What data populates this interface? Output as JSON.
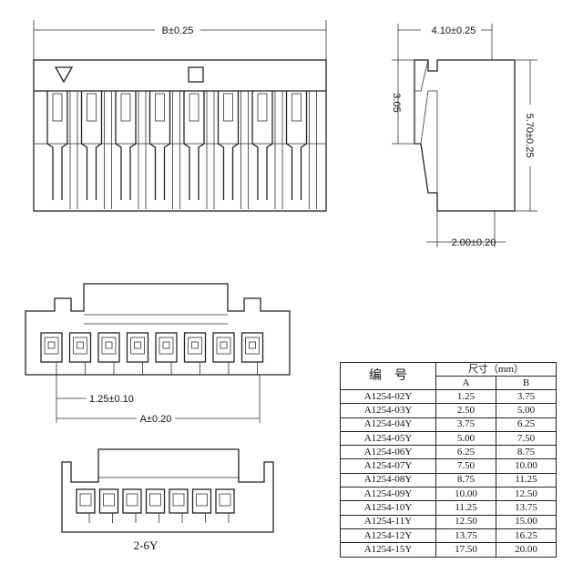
{
  "top_view": {
    "width_dim": "B±0.25"
  },
  "side_view": {
    "top_dim": "4.10±0.25",
    "height_dim": "3.05",
    "total_dim": "5.70±0.25",
    "bottom_dim": "2.00±0.20"
  },
  "front_view": {
    "pitch_dim": "1.25±0.10",
    "a_dim": "A±0.20"
  },
  "small_view": {
    "label": "2-6Y"
  },
  "table": {
    "header_part": "编　号",
    "header_size": "尺寸（mm）",
    "col_a": "A",
    "col_b": "B",
    "rows": [
      {
        "part": "A1254-02Y",
        "a": "1.25",
        "b": "3.75"
      },
      {
        "part": "A1254-03Y",
        "a": "2.50",
        "b": "5.00"
      },
      {
        "part": "A1254-04Y",
        "a": "3.75",
        "b": "6.25"
      },
      {
        "part": "A1254-05Y",
        "a": "5.00",
        "b": "7.50"
      },
      {
        "part": "A1254-06Y",
        "a": "6.25",
        "b": "8.75"
      },
      {
        "part": "A1254-07Y",
        "a": "7.50",
        "b": "10.00"
      },
      {
        "part": "A1254-08Y",
        "a": "8.75",
        "b": "11.25"
      },
      {
        "part": "A1254-09Y",
        "a": "10.00",
        "b": "12.50"
      },
      {
        "part": "A1254-10Y",
        "a": "11.25",
        "b": "13.75"
      },
      {
        "part": "A1254-11Y",
        "a": "12.50",
        "b": "15.00"
      },
      {
        "part": "A1254-12Y",
        "a": "13.75",
        "b": "16.25"
      },
      {
        "part": "A1254-15Y",
        "a": "17.50",
        "b": "20.00"
      }
    ]
  }
}
